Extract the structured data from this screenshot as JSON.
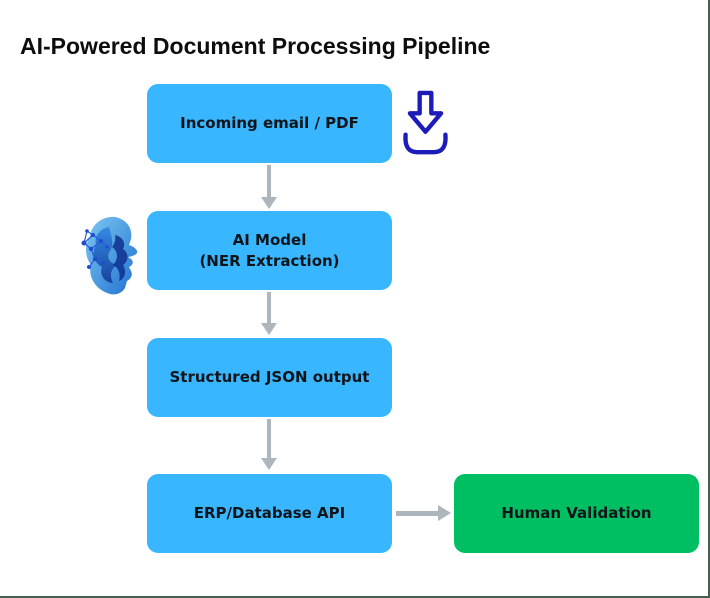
{
  "page": {
    "title": "AI-Powered Document Processing Pipeline",
    "background": "#ffffff",
    "border_color": "#44604e"
  },
  "colors": {
    "node_blue": "#38b6ff",
    "node_green": "#00bf63",
    "arrow_gray": "#aeb6bd",
    "download_icon_navy": "#1c1cb8",
    "node_text": "#0f1419",
    "title_text": "#0d0d0d"
  },
  "flow": {
    "nodes": [
      {
        "id": "incoming-email",
        "label": "Incoming email / PDF"
      },
      {
        "id": "ai-model",
        "label": "AI Model",
        "sublabel": "(NER Extraction)"
      },
      {
        "id": "structured-json",
        "label": "Structured JSON output"
      },
      {
        "id": "erp-database",
        "label": "ERP/Database API"
      },
      {
        "id": "human-validation",
        "label": "Human Validation"
      }
    ],
    "icons": [
      {
        "name": "download-icon"
      },
      {
        "name": "ai-head-icon"
      }
    ]
  }
}
